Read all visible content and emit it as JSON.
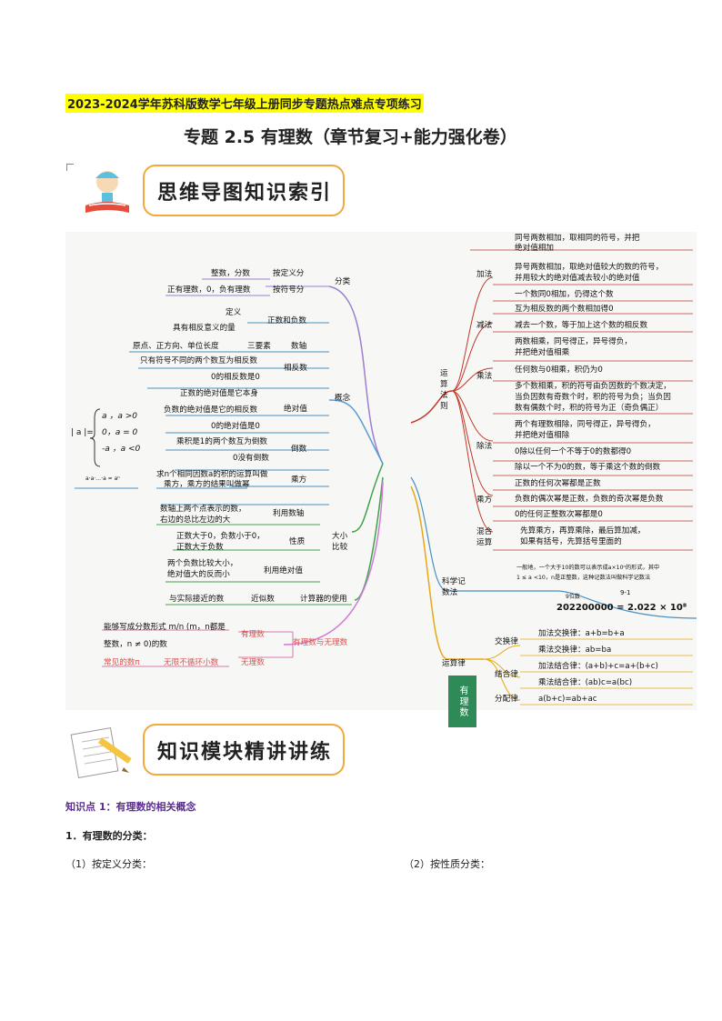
{
  "header": {
    "series": "2023-2024学年苏科版数学七年级上册同步专题热点难点专项练习",
    "title": "专题 2.5  有理数（章节复习+能力强化卷）"
  },
  "banner1": "思维导图知识索引",
  "banner2": "知识模块精讲讲练",
  "mindmap": {
    "center": "有理数",
    "left": {
      "fenlei": {
        "label": "分类",
        "n1": "按定义分",
        "l1": "整数，分数",
        "n2": "按符号分",
        "l2": "正有理数，0，负有理数"
      },
      "gainian": {
        "label": "概念",
        "zhengfu": "正数和负数",
        "zhengfu_a": "定义",
        "zhengfu_b": "具有相反意义的量",
        "shuzhou": "数轴",
        "shuzhou_a": "原点、正方向、单位长度",
        "shuzhou_b": "三要素",
        "xiangfan": "相反数",
        "xiangfan_a": "只有符号不同的两个数互为相反数",
        "xiangfan_b": "0的相反数是0",
        "jdz": "绝对值",
        "jdz_a": "正数的绝对值是它本身",
        "jdz_b": "负数的绝对值是它的相反数",
        "jdz_c": "0的绝对值是0",
        "abs_lhs": "| a |=",
        "abs_1": "a ，a >0",
        "abs_2": "0，a = 0",
        "abs_3": "-a ，a <0",
        "daoshu": "倒数",
        "daoshu_a": "乘积是1的两个数互为倒数",
        "daoshu_b": "0没有倒数",
        "chengfang": "乘方",
        "chengfang_a": "求n个相同因数a的积的运算叫做",
        "chengfang_b": "乘方，乘方的结果叫做幂",
        "chengfang_formula": "a·a·…·a = aⁿ"
      },
      "bijiao": {
        "label1": "大小",
        "label2": "比较",
        "s1": "利用数轴",
        "s1_a": "数轴上两个点表示的数，",
        "s1_b": "右边的总比左边的大",
        "s2": "性质",
        "s2_a": "正数大于0，负数小于0，",
        "s2_b": "正数大于负数",
        "s3": "利用绝对值",
        "s3_a": "两个负数比较大小，",
        "s3_b": "绝对值大的反而小"
      },
      "jisuanqi": {
        "label": "计算器的使用",
        "n": "近似数",
        "a": "与实际接近的数"
      },
      "wuli": {
        "label": "有理数与无理数",
        "yl": "有理数",
        "yl_a": "能够写成分数形式 m/n (m，n都是",
        "yl_b": "整数，n ≠ 0)的数",
        "wl": "无理数",
        "wl_a": "常见的数π",
        "wl_b": "无限不循环小数"
      }
    },
    "right": {
      "yunsuan_label": "运算法则",
      "jiafa": {
        "label": "加法",
        "r1a": "同号两数相加，取相同的符号，并把",
        "r1b": "绝对值相加",
        "r2a": "异号两数相加，取绝对值较大的数的符号，",
        "r2b": "并用较大的绝对值减去较小的绝对值",
        "r3": "一个数同0相加，仍得这个数",
        "r4": "互为相反数的两个数相加得0"
      },
      "jianfa": {
        "label": "减法",
        "r1": "减去一个数，等于加上这个数的相反数"
      },
      "chengfa": {
        "label": "乘法",
        "r1a": "两数相乘，同号得正，异号得负，",
        "r1b": "并把绝对值相乘",
        "r2": "任何数与0相乘，积仍为0",
        "r3a": "多个数相乘，积的符号由负因数的个数决定，",
        "r3b": "当负因数有奇数个时，积的符号为负；当负因",
        "r3c": "数有偶数个时，积的符号为正（奇负偶正）"
      },
      "chufa": {
        "label": "除法",
        "r1a": "两个有理数相除，同号得正，异号得负，",
        "r1b": "并把绝对值相除",
        "r2": "0除以任何一个不等于0的数都得0",
        "r3": "除以一个不为0的数，等于乘这个数的倒数"
      },
      "chengfang": {
        "label": "乘方",
        "r1": "正数的任何次幂都是正数",
        "r2": "负数的偶次幂是正数，负数的奇次幂是负数",
        "r3": "0的任何正整数次幂都是0"
      },
      "hunhe": {
        "label1": "混合",
        "label2": "运算",
        "r1a": "先算乘方，再算乘除，最后算加减，",
        "r1b": "如果有括号，先算括号里面的"
      },
      "kexue": {
        "label1": "科学记",
        "label2": "数法",
        "r1a": "一般地，一个大于10的数可以表示成a×10ⁿ的形式，其中",
        "r1b": "1 ≤ a <10，n是正整数，这种记数法叫做科学记数法",
        "ex_top1": "9位数",
        "ex_top2": "9-1",
        "ex": "202200000 = 2.022 × 10⁸"
      },
      "yunsuanlv": {
        "label": "运算律",
        "jh": "交换律",
        "jh_a": "加法交换律：a+b=b+a",
        "jh_b": "乘法交换律：ab=ba",
        "jhe": "结合律",
        "jhe_a": "加法结合律：(a+b)+c=a+(b+c)",
        "jhe_b": "乘法结合律：(ab)c=a(bc)",
        "fp": "分配律",
        "fp_a": "a(b+c)=ab+ac"
      }
    }
  },
  "section": {
    "kp": "知识点 1：有理数的相关概念",
    "item1": "1．有理数的分类：",
    "sub1": "（1）按定义分类：",
    "sub2": "（2）按性质分类："
  },
  "colors": {
    "highlight": "#ffff00",
    "banner_border": "#f2a93b",
    "center": "#2e8b57"
  }
}
